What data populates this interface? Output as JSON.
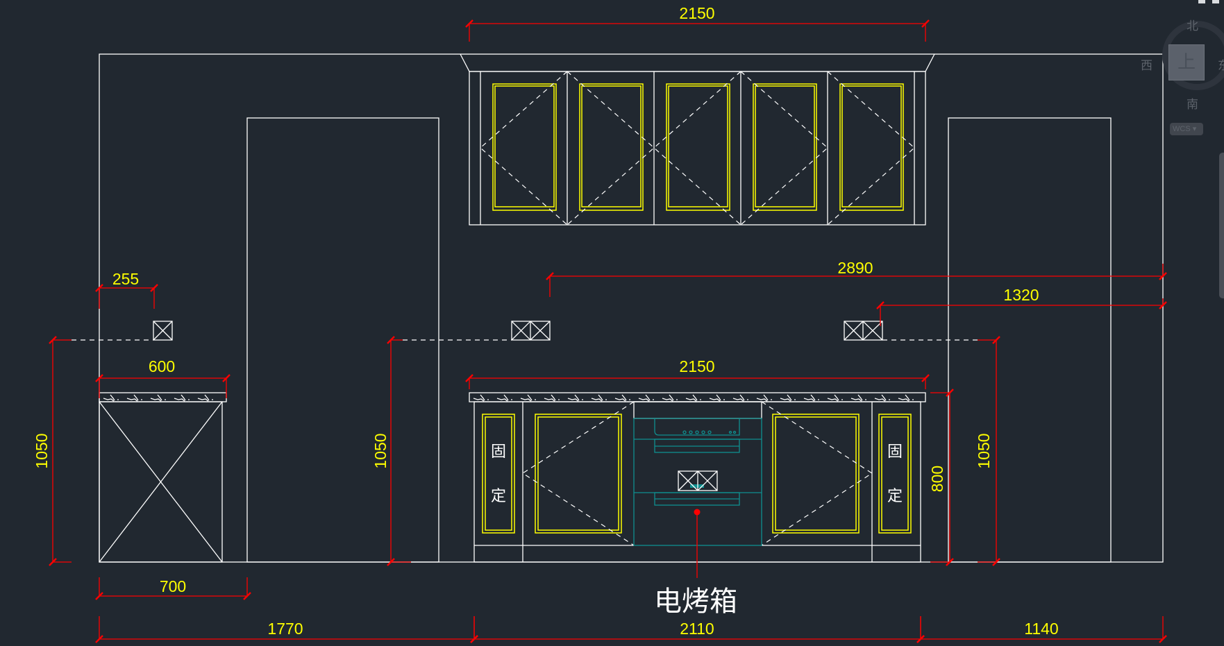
{
  "app": "CAD drawing viewport",
  "drawing": {
    "title_label": "电烤箱",
    "fixed_panel_label_top": "固",
    "fixed_panel_label_bottom": "定",
    "dimensions": {
      "upper_cabinet_width": "2150",
      "base_cabinet_width": "2150",
      "socket_offset_left": "255",
      "left_counter_width": "600",
      "left_cabinet_bay": "700",
      "socket_span_2890": "2890",
      "socket_span_1320": "1320",
      "height_left": "1050",
      "height_mid": "1050",
      "height_right": "1050",
      "counter_height": "800",
      "bottom_left": "1770",
      "bottom_mid": "2110",
      "bottom_right": "1140"
    },
    "colors": {
      "background": "#212830",
      "outline": "#ffffff",
      "door_panel": "#ffff00",
      "dimension": "#ff0000",
      "dimension_text": "#ffff00",
      "appliance": "#0f8f8f"
    }
  },
  "viewcube": {
    "north": "北",
    "south": "南",
    "west": "西",
    "east": "东",
    "face": "上",
    "coord_system": "WCS"
  }
}
